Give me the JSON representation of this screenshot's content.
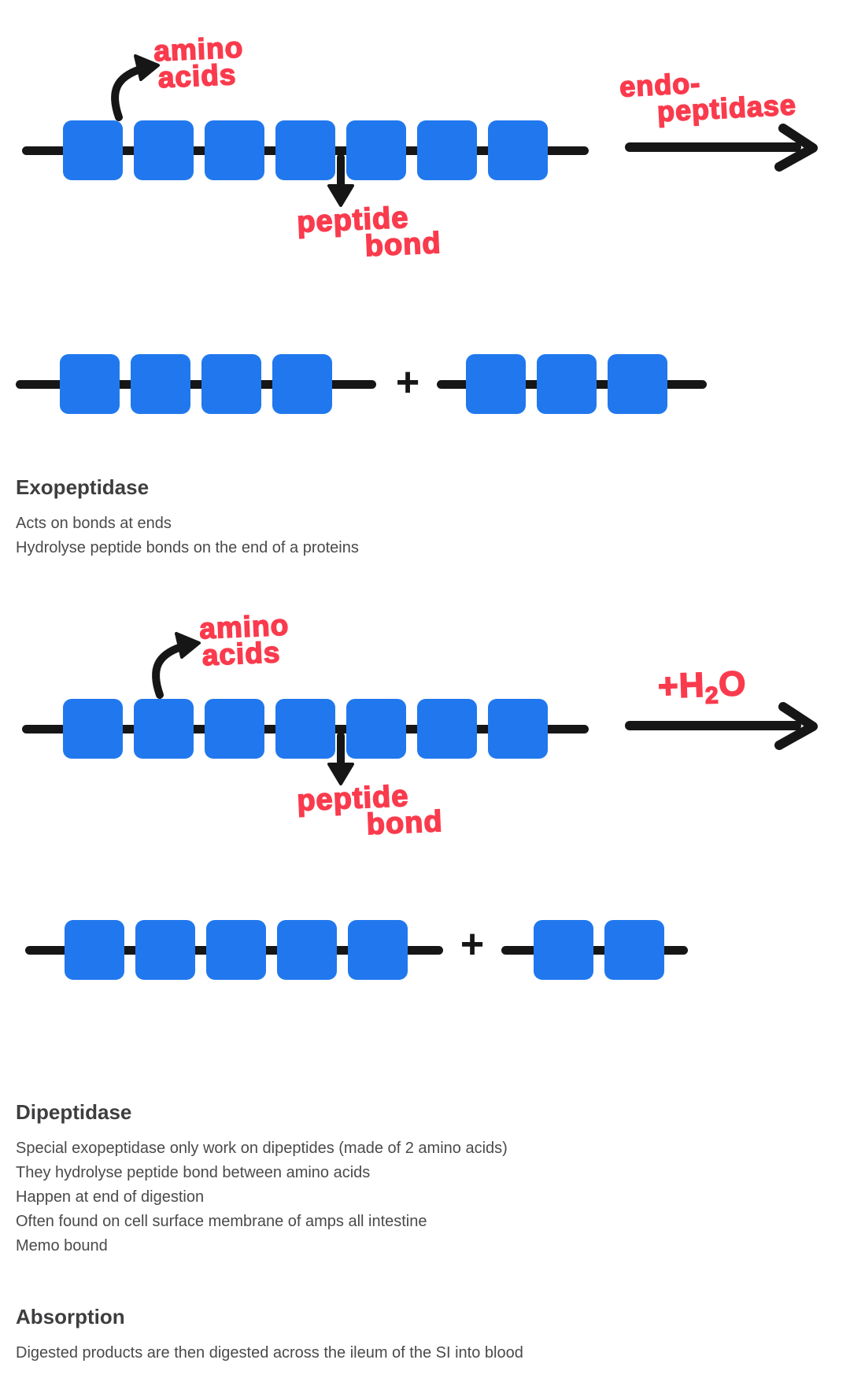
{
  "colors": {
    "blue": "#2178ee",
    "red": "#fa3b4d",
    "ink": "#161616",
    "heading": "#3e3e40",
    "body": "#4a4a4c"
  },
  "diagram1": {
    "amino_line1": "amino",
    "amino_line2": "acids",
    "peptide_line1": "peptide",
    "peptide_line2": "bond",
    "enzyme_line1": "endo-",
    "enzyme_line2": "peptidase",
    "chain_units": 7
  },
  "row2": {
    "left_units": 4,
    "right_units": 3,
    "plus": "+"
  },
  "diagram2": {
    "amino_line1": "amino",
    "amino_line2": "acids",
    "peptide_line1": "peptide",
    "peptide_line2": "bond",
    "water_pre": "+H",
    "water_sub": "2",
    "water_post": "O",
    "chain_units": 7
  },
  "row4": {
    "left_units": 5,
    "right_units": 2,
    "plus": "+"
  },
  "sections": {
    "exopeptidase": {
      "title": "Exopeptidase",
      "lines": [
        "Acts on bonds at ends",
        "Hydrolyse peptide bonds on the end of a proteins"
      ]
    },
    "dipeptidase": {
      "title": "Dipeptidase",
      "lines": [
        "Special exopeptidase only work on dipeptides (made of 2 amino acids)",
        "They hydrolyse peptide bond between amino acids",
        "Happen at end of digestion",
        "Often found on cell surface membrane of amps all intestine",
        "Memo bound"
      ]
    },
    "absorption": {
      "title": "Absorption",
      "lines": [
        "Digested products are then digested across the ileum of the SI into blood"
      ]
    }
  }
}
